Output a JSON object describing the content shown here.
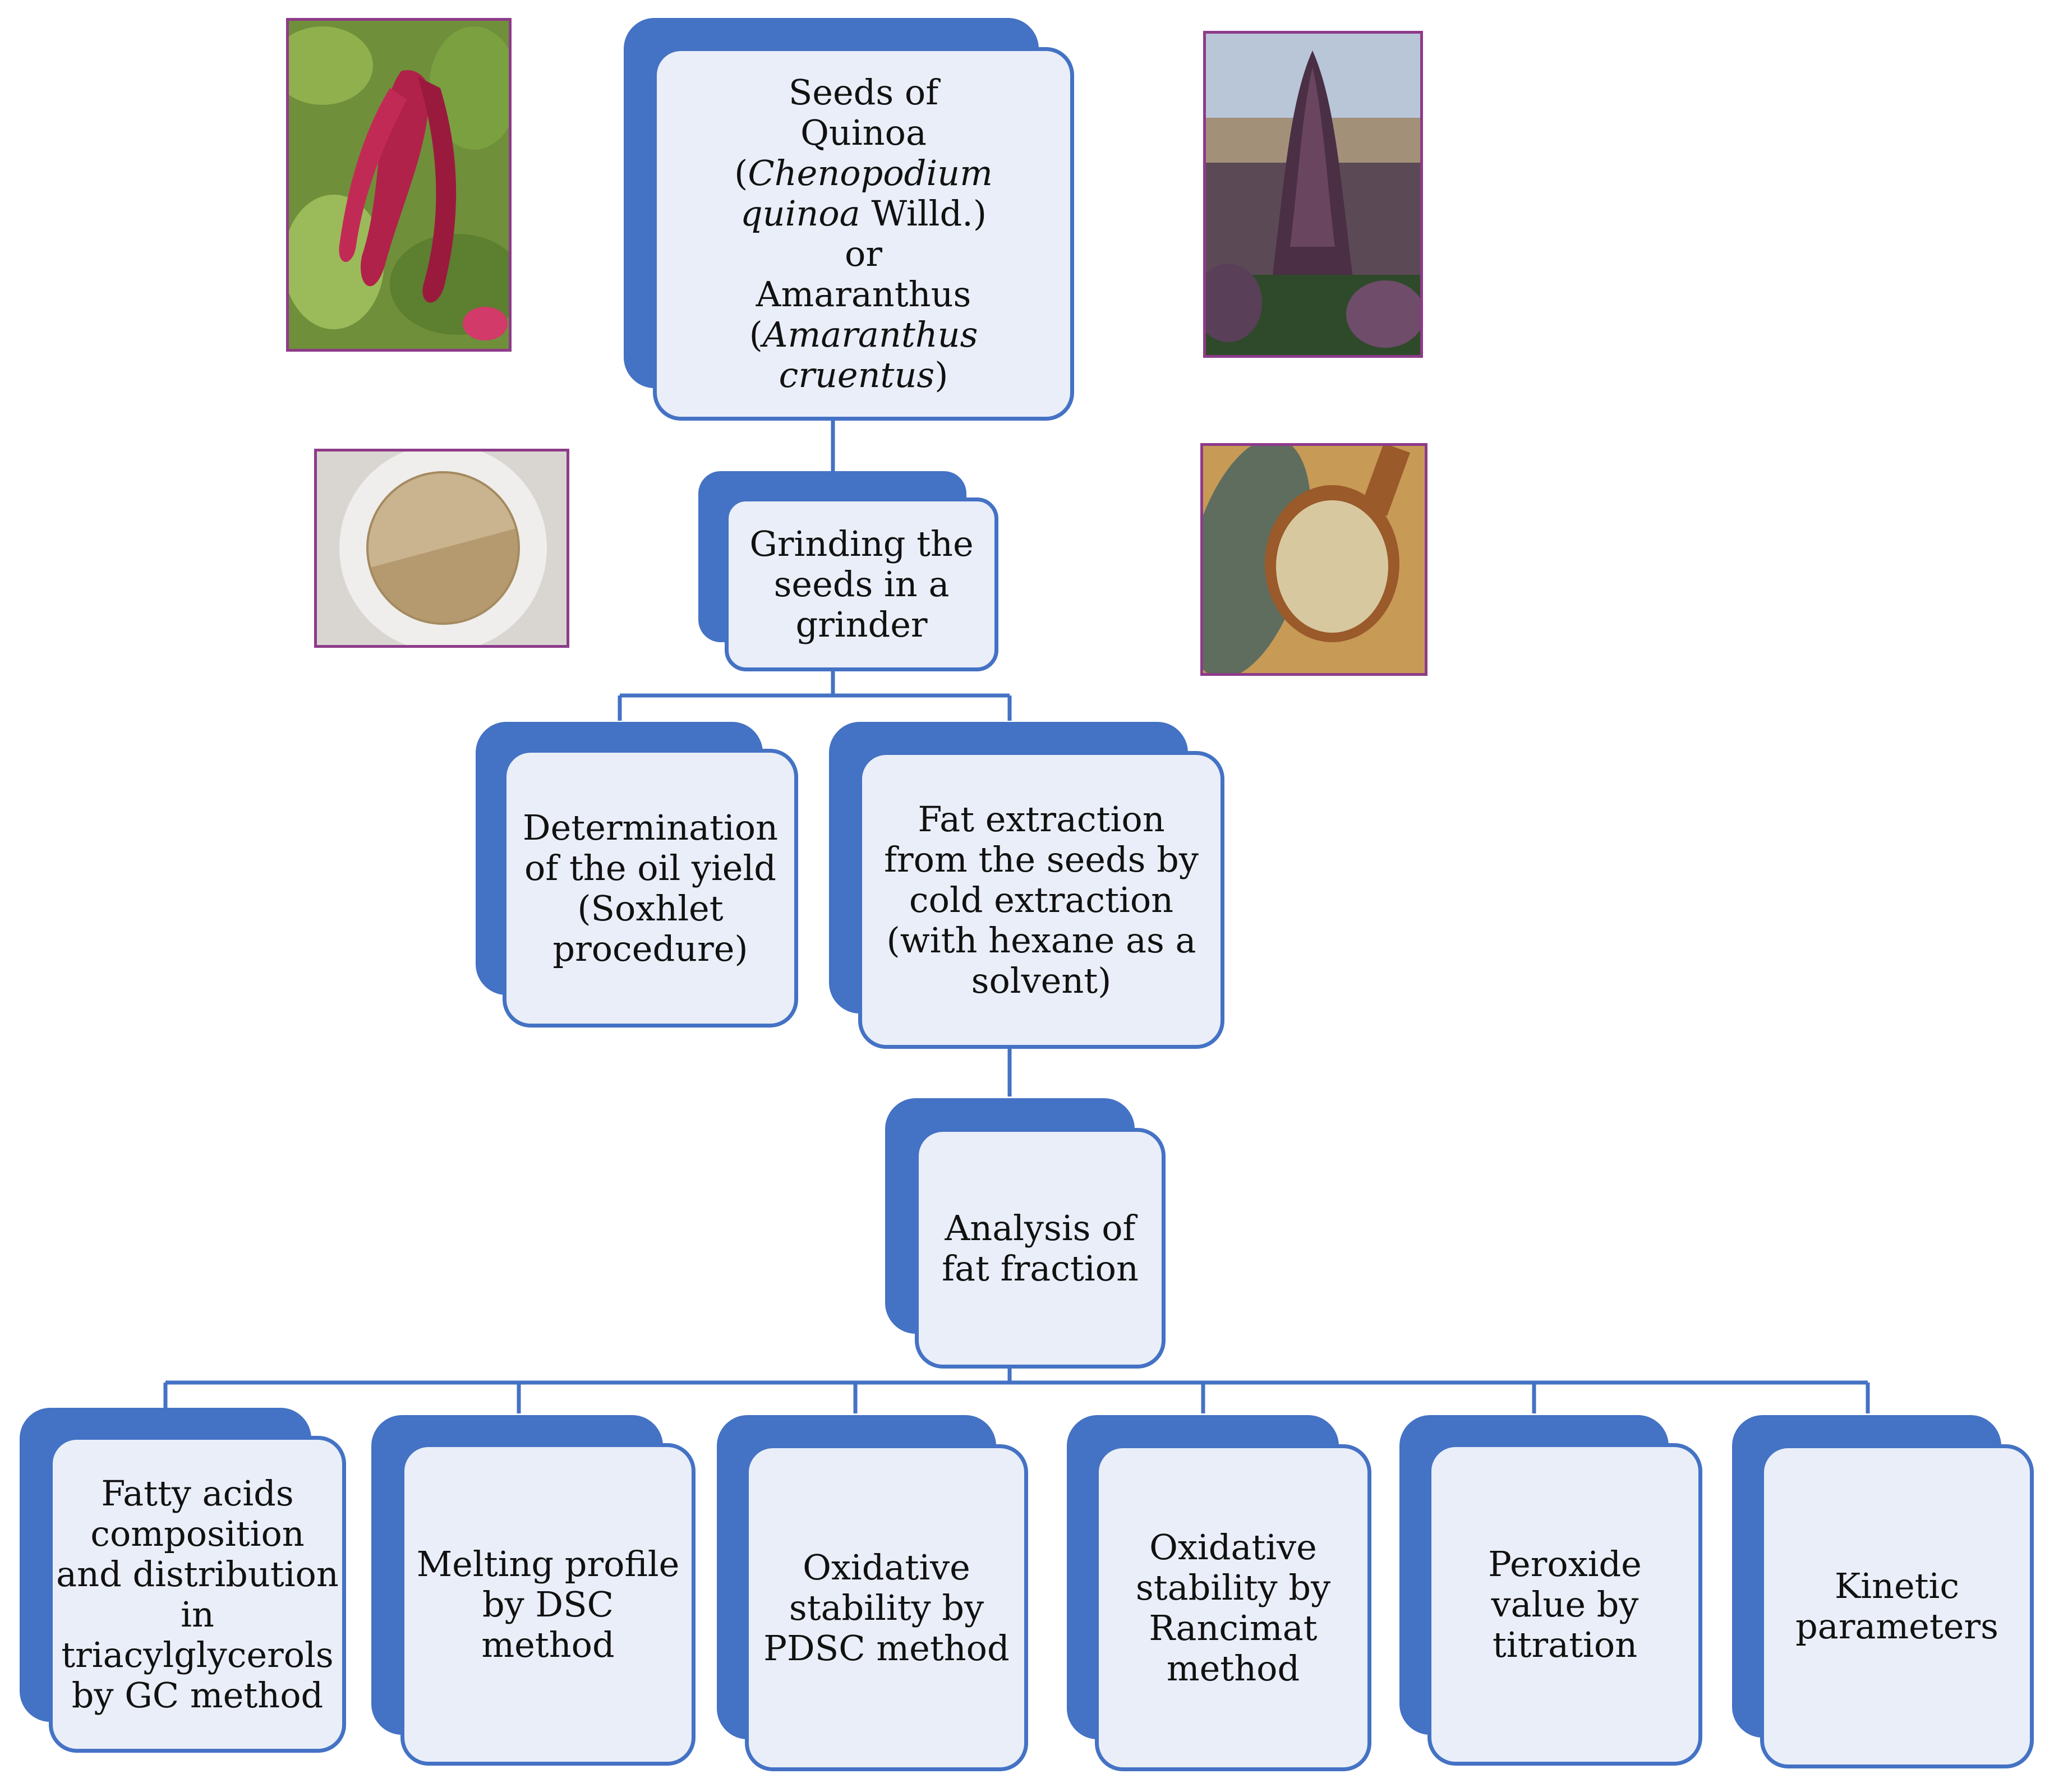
{
  "top_box": {
    "line1": "Seeds of",
    "line2_prefix": "Quinoa (",
    "line2_italic": "Chenopodium",
    "line3_italic": "quinoa",
    "line3_suffix": " Willd.)",
    "line4": "or",
    "line5": "Amaranthus",
    "line6_prefix": "(",
    "line6_italic": "Amaranthus cruentus",
    "line6_suffix": ")"
  },
  "grinding_box": {
    "text": "Grinding the seeds in a grinder"
  },
  "oil_yield_box": {
    "text": "Determination of the oil yield (Soxhlet procedure)"
  },
  "fat_extraction_box": {
    "text": "Fat extraction from the seeds by cold extraction (with hexane as a solvent)"
  },
  "analysis_box": {
    "text": "Analysis of fat fraction"
  },
  "analysis_methods": [
    {
      "text": "Fatty acids composition and distribution in triacylglycerols by GC method"
    },
    {
      "text": "Melting profile by DSC method"
    },
    {
      "text": "Oxidative stability by PDSC method"
    },
    {
      "text": "Oxidative stability by Rancimat method"
    },
    {
      "text": "Peroxide value by titration"
    },
    {
      "text": "Kinetic parameters"
    }
  ],
  "colors": {
    "accent": "#4472c4",
    "box_fill": "#e9eef8",
    "photo_frame": "#8e3b8a"
  },
  "photos": {
    "amaranth_plant": "amaranth-flower-photo",
    "quinoa_plant": "quinoa-field-photo",
    "ground_seeds": "ground-seeds-dish-photo",
    "quinoa_spoon": "quinoa-seeds-spoon-photo"
  }
}
